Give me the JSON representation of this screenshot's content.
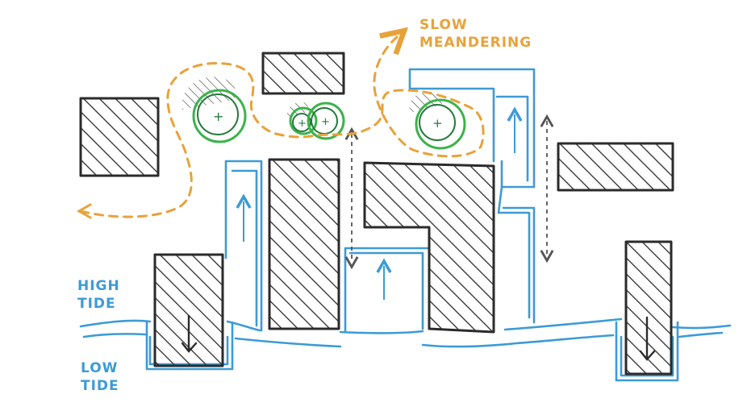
{
  "labels": {
    "slow_line1": "SLOW",
    "slow_line2": "MEANDERING",
    "high_line1": "HIGH",
    "high_line2": "TIDE",
    "low_line1": "LOW",
    "low_line2": "TIDE"
  },
  "colors": {
    "ink": "#2b2b2b",
    "water": "#3d9bd6",
    "path": "#e8a23a",
    "tree": "#3bb34a",
    "tree_dark": "#237a3b",
    "dashed_arrow": "#555555"
  }
}
